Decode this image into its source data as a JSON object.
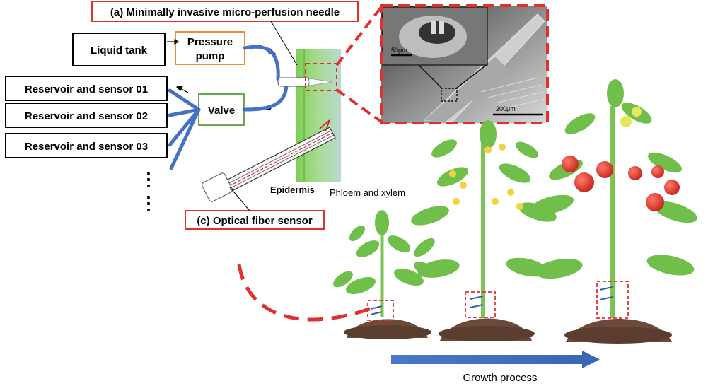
{
  "labels": {
    "needle_label": "(a) Minimally invasive micro-perfusion needle",
    "fiber_label": "(c) Optical fiber sensor",
    "liquid_tank": "Liquid tank",
    "pressure_pump_line1": "Pressure",
    "pressure_pump_line2": "pump",
    "valve": "Valve",
    "reservoir_01": "Reservoir and sensor 01",
    "reservoir_02": "Reservoir and sensor 02",
    "reservoir_03": "Reservoir and sensor 03",
    "epidermis": "Epidermis",
    "phloem_xylem": "Phloem and xylem",
    "growth_process": "Growth process",
    "scale_50": "50μm",
    "scale_200": "200μm",
    "ellipsis": "⋮"
  },
  "colors": {
    "tube_blue": "#4472c4",
    "accent_red": "#e03030",
    "pump_border": "#e69138",
    "valve_border": "#6aa84f",
    "stem_green": "#8bd46a",
    "leaf_green": "#6fbf4a",
    "soil": "#6b4a3a",
    "tomato": "#d9342b",
    "flower": "#f4d23c"
  }
}
